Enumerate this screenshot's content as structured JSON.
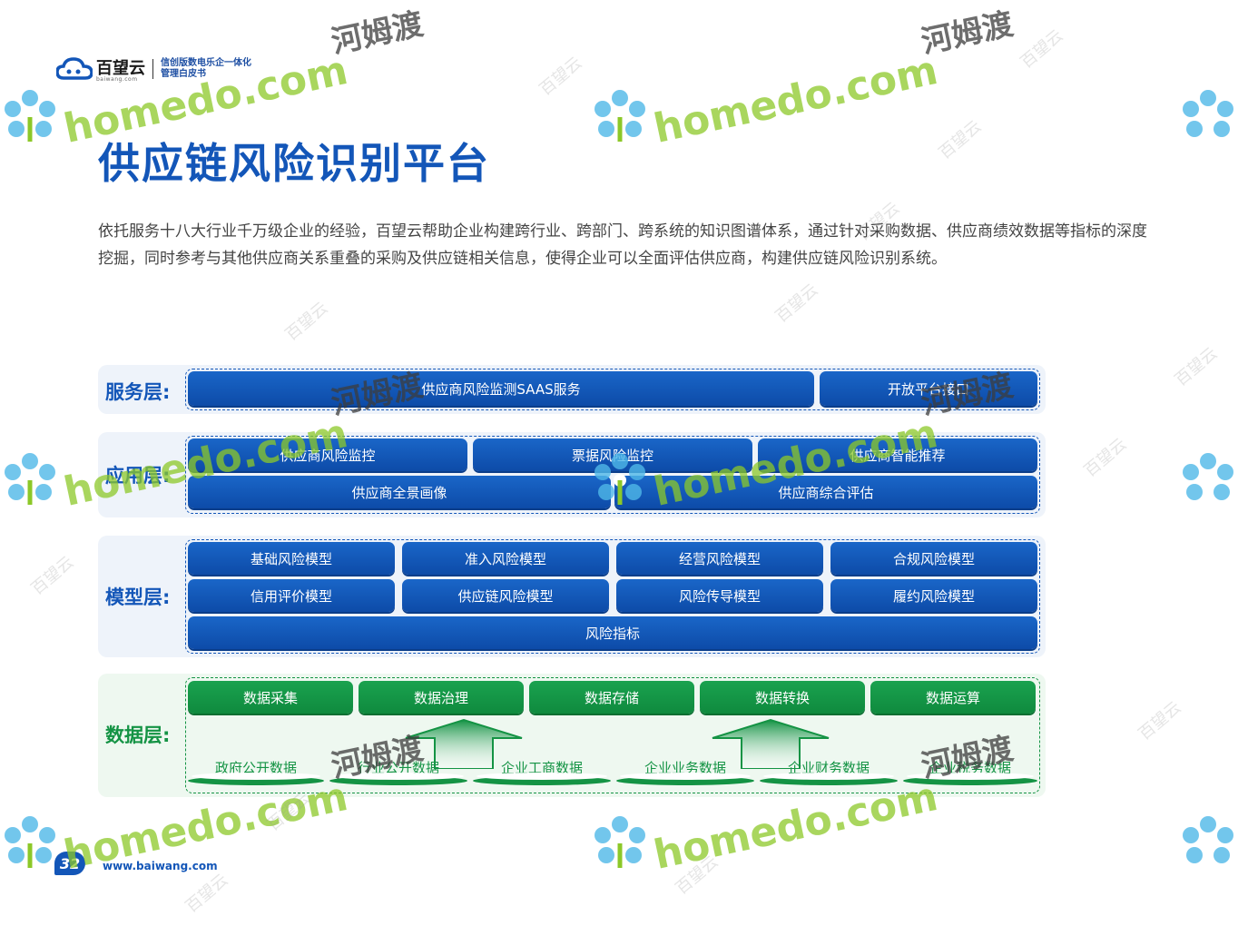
{
  "header": {
    "brand_name": "百望云",
    "brand_url": "baiwang.com",
    "subtitle_line1": "信创版数电乐企一体化",
    "subtitle_line2": "管理白皮书"
  },
  "page": {
    "title": "供应链风险识别平台",
    "intro": "依托服务十八大行业千万级企业的经验，百望云帮助企业构建跨行业、跨部门、跨系统的知识图谱体系，通过针对采购数据、供应商绩效数据等指标的深度挖掘，同时参考与其他供应商关系重叠的采购及供应链相关信息，使得企业可以全面评估供应商，构建供应链风险识别系统。"
  },
  "layers": {
    "service": {
      "label": "服务层:",
      "items": [
        "供应商风险监测SAAS服务",
        "开放平台接口"
      ]
    },
    "application": {
      "label": "应用层:",
      "row1": [
        "供应商风险监控",
        "票据风险监控",
        "供应商智能推荐"
      ],
      "row2": [
        "供应商全景画像",
        "供应商综合评估"
      ]
    },
    "model": {
      "label": "模型层:",
      "row1": [
        "基础风险模型",
        "准入风险模型",
        "经营风险模型",
        "合规风险模型"
      ],
      "row2": [
        "信用评价模型",
        "供应链风险模型",
        "风险传导模型",
        "履约风险模型"
      ],
      "row3": "风险指标"
    },
    "data": {
      "label": "数据层:",
      "processes": [
        "数据采集",
        "数据治理",
        "数据存储",
        "数据转换",
        "数据运算"
      ],
      "sources": [
        "政府公开数据",
        "行业公开数据",
        "企业工商数据",
        "企业业务数据",
        "企业财务数据",
        "企业税务数据"
      ]
    }
  },
  "footer": {
    "page_number": "32",
    "website": "www.baiwang.com"
  },
  "watermark": {
    "latin": "homedo.com",
    "cn": "河姆渡",
    "small": "百望云"
  },
  "colors": {
    "blue": "#1356b8",
    "green": "#149344",
    "watermark_green": "#8cc828"
  }
}
